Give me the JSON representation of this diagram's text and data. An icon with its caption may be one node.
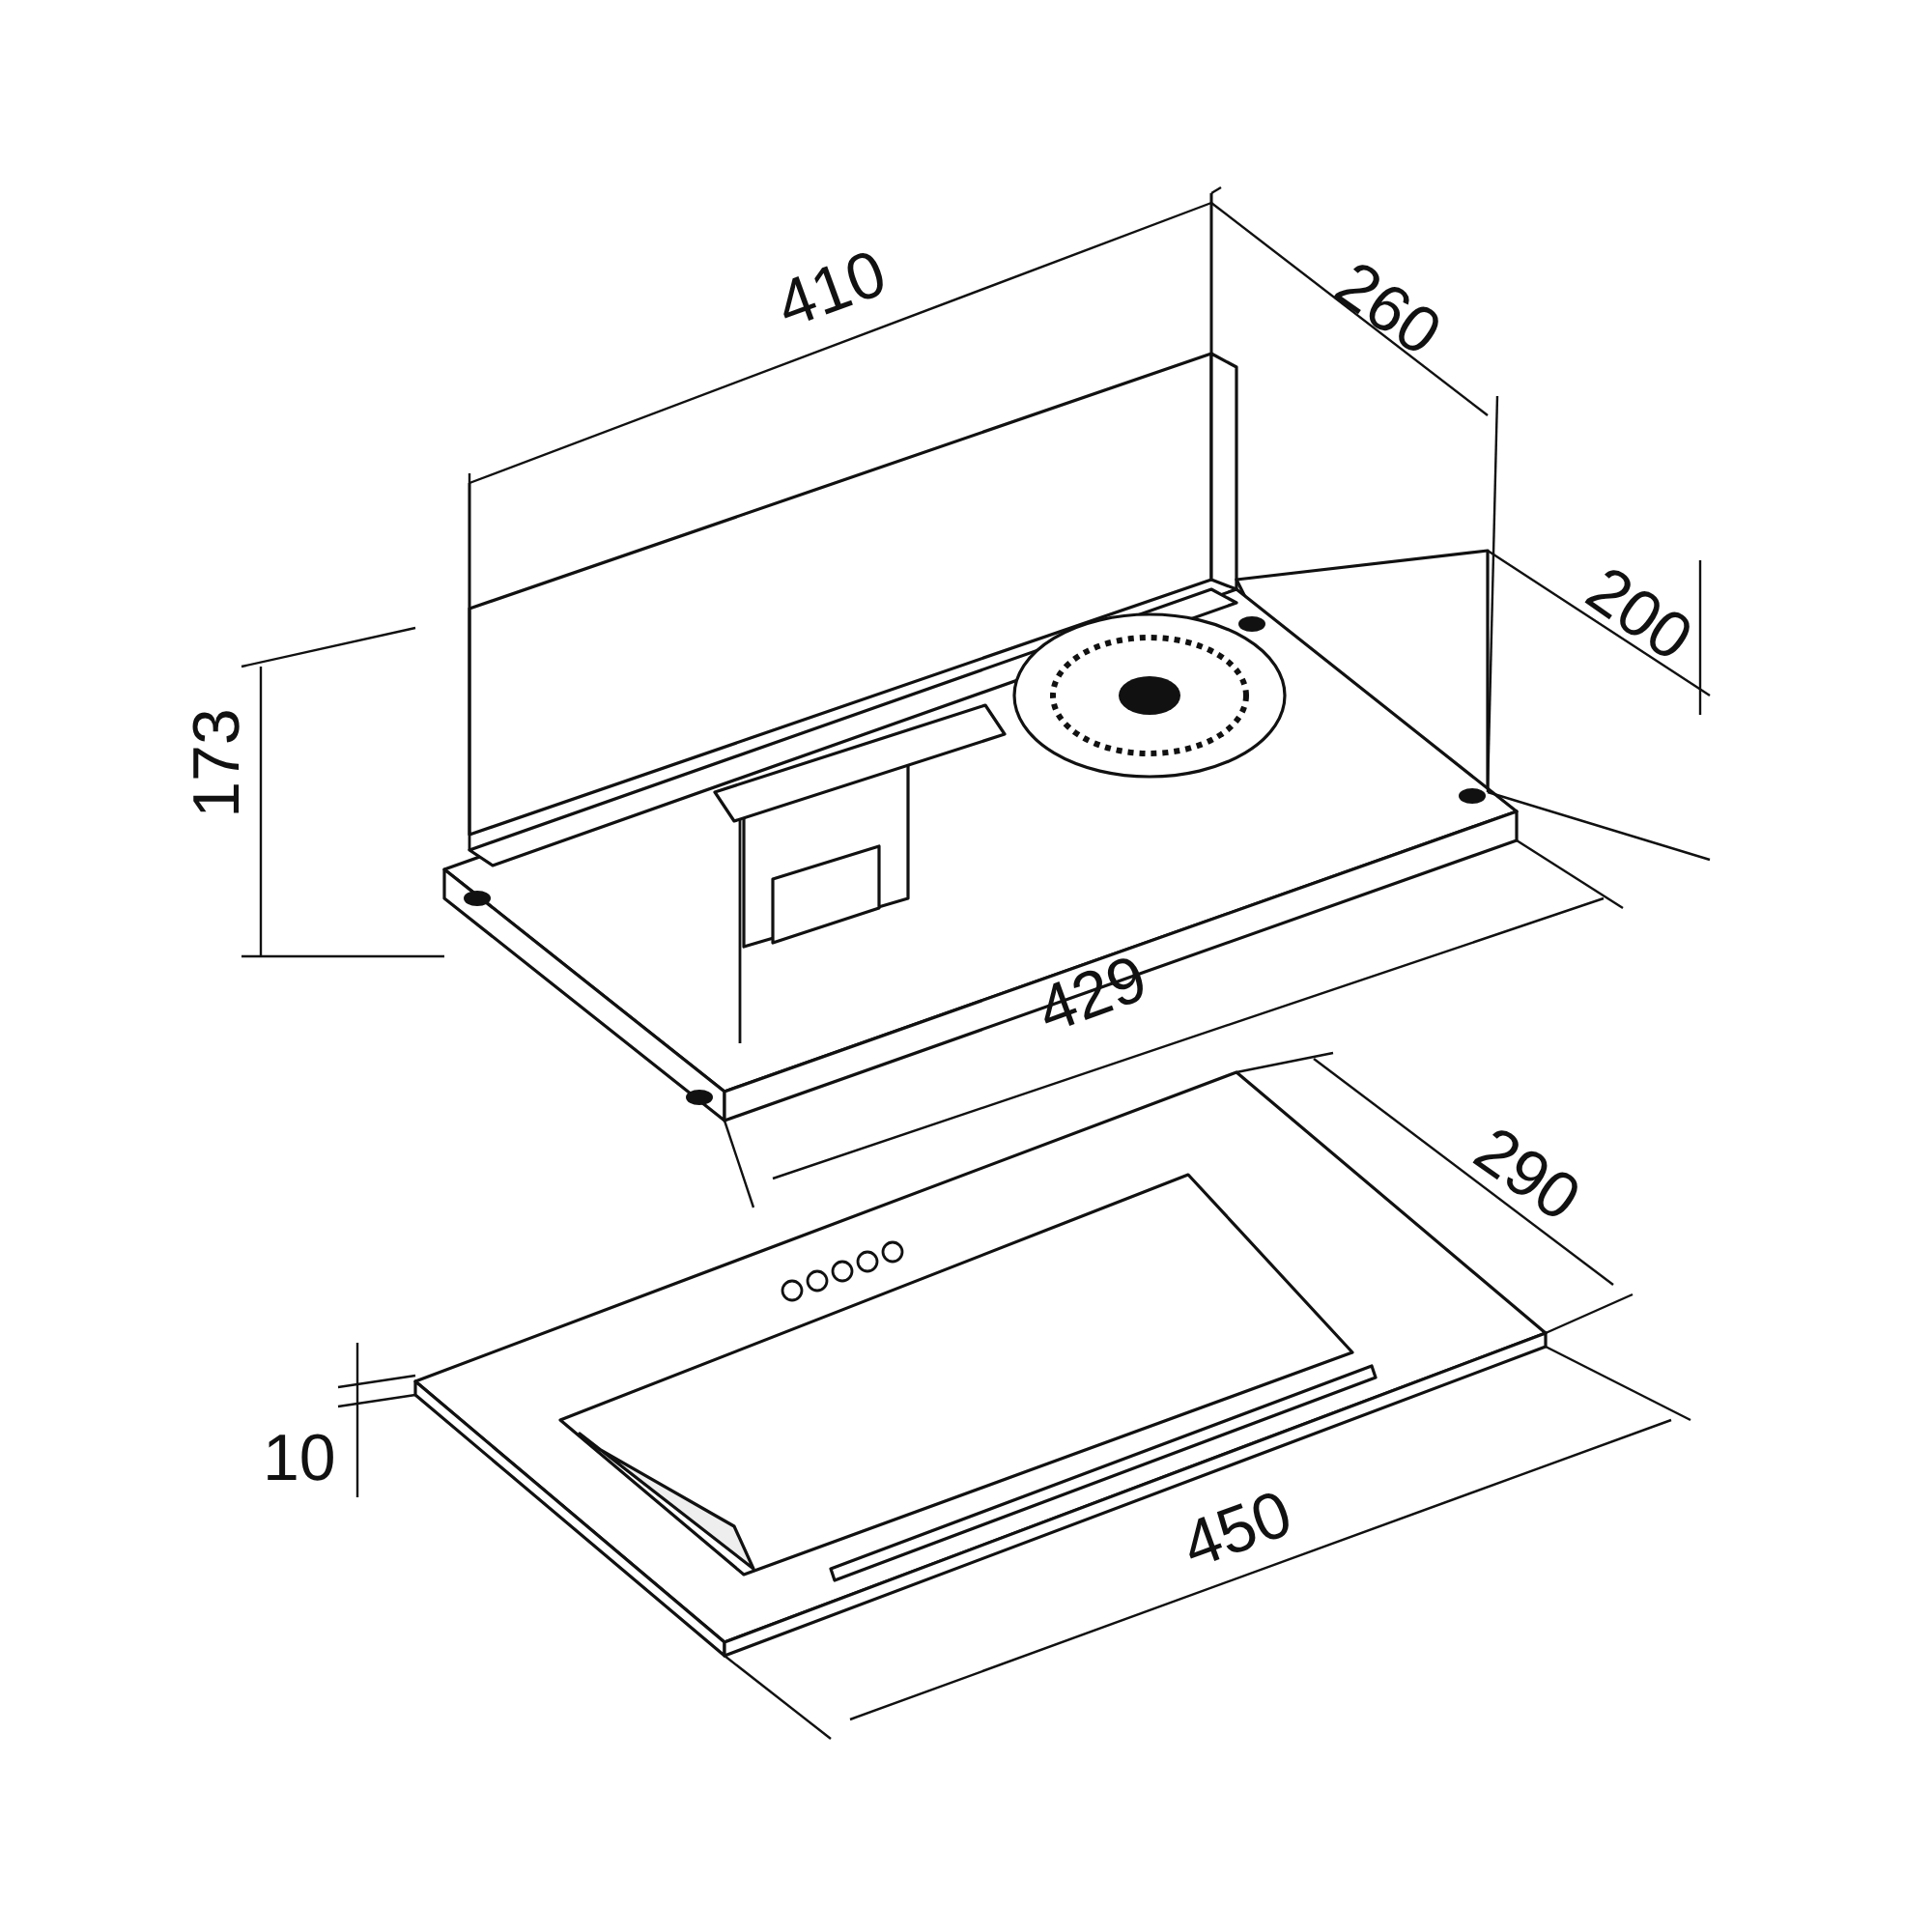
{
  "diagram": {
    "labels": [
      "410",
      "260",
      "200",
      "173",
      "429",
      "290",
      "10",
      "450"
    ]
  }
}
